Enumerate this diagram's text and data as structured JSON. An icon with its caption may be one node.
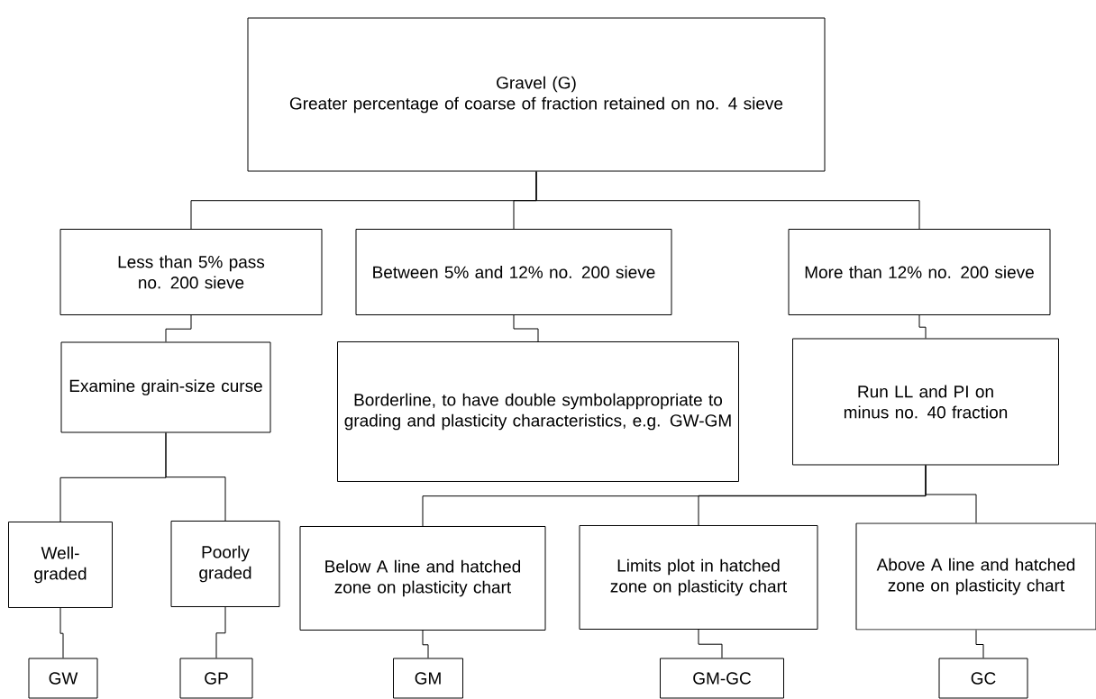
{
  "diagram": {
    "nodes": [
      {
        "text": [
          "Gravel (G)",
          "Greater percentage of coarse of fraction retained on no. 4 sieve"
        ]
      },
      {
        "text": [
          "Less than 5% pass no. 200 sieve"
        ]
      },
      {
        "text": [
          "Between 5% and 12% no. 200 sieve"
        ]
      },
      {
        "text": [
          "More than 12% no. 200 sieve"
        ]
      },
      {
        "text": [
          "Examine grain-size curse"
        ]
      },
      {
        "text": [
          "Borderline, to have double symbolappropriate to grading and plasticity characteristics, e.g. GW-GM"
        ]
      },
      {
        "text": [
          "Run LL and PI on minus no. 40 fraction"
        ]
      },
      {
        "text": [
          "Well-graded"
        ]
      },
      {
        "text": [
          "Poorly graded"
        ]
      },
      {
        "text": [
          "Below A line and hatched zone on plasticity chart"
        ]
      },
      {
        "text": [
          "Limits plot in hatched zone on plasticity chart"
        ]
      },
      {
        "text": [
          "Above A line and hatched zone on plasticity chart"
        ]
      },
      {
        "text": [
          "GW"
        ]
      },
      {
        "text": [
          "GP"
        ]
      },
      {
        "text": [
          "GM"
        ]
      },
      {
        "text": [
          "GM-GC"
        ]
      },
      {
        "text": [
          "GC"
        ]
      }
    ],
    "edges": [
      {
        "from": 0,
        "to": 1,
        "arrow": "none"
      },
      {
        "from": 0,
        "to": 2,
        "arrow": "none"
      },
      {
        "from": 0,
        "to": 3,
        "arrow": "none"
      },
      {
        "from": 1,
        "to": 4,
        "arrow": "none"
      },
      {
        "from": 2,
        "to": 5,
        "arrow": "none"
      },
      {
        "from": 3,
        "to": 6,
        "arrow": "none"
      },
      {
        "from": 4,
        "to": 7,
        "arrow": "none"
      },
      {
        "from": 4,
        "to": 8,
        "arrow": "none"
      },
      {
        "from": 6,
        "to": 9,
        "arrow": "none"
      },
      {
        "from": 6,
        "to": 10,
        "arrow": "none"
      },
      {
        "from": 6,
        "to": 11,
        "arrow": "none"
      },
      {
        "from": 7,
        "to": 12,
        "arrow": "none"
      },
      {
        "from": 8,
        "to": 13,
        "arrow": "none"
      },
      {
        "from": 9,
        "to": 14,
        "arrow": "none"
      },
      {
        "from": 10,
        "to": 15,
        "arrow": "none"
      },
      {
        "from": 11,
        "to": 16,
        "arrow": "none"
      }
    ]
  }
}
